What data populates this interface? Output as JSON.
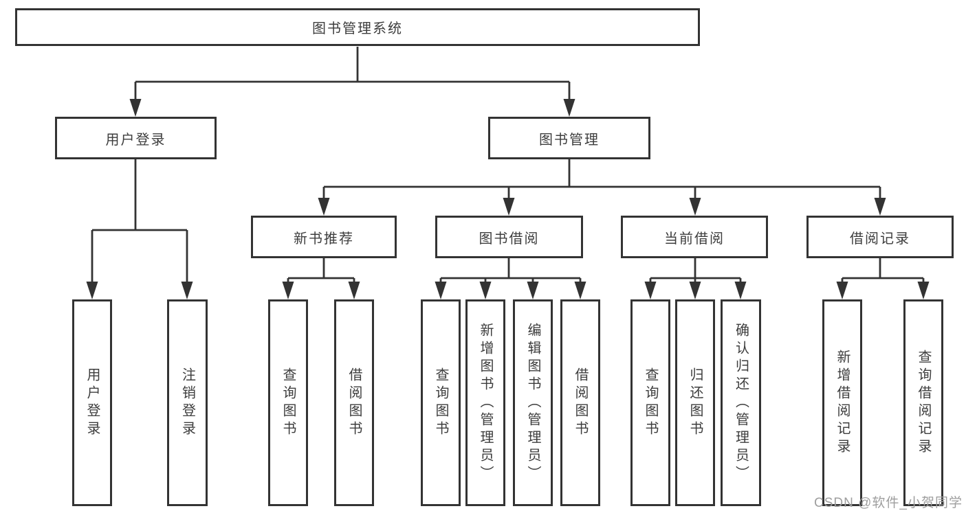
{
  "tree": {
    "label": "图书管理系统",
    "children": [
      {
        "label": "用户登录",
        "children": [
          {
            "label": "用户登录"
          },
          {
            "label": "注销登录"
          }
        ]
      },
      {
        "label": "图书管理",
        "children": [
          {
            "label": "新书推荐",
            "children": [
              {
                "label": "查询图书"
              },
              {
                "label": "借阅图书"
              }
            ]
          },
          {
            "label": "图书借阅",
            "children": [
              {
                "label": "查询图书"
              },
              {
                "label": "新增图书（管理员）"
              },
              {
                "label": "编辑图书（管理员）"
              },
              {
                "label": "借阅图书"
              }
            ]
          },
          {
            "label": "当前借阅",
            "children": [
              {
                "label": "查询图书"
              },
              {
                "label": "归还图书"
              },
              {
                "label": "确认归还（管理员）"
              }
            ]
          },
          {
            "label": "借阅记录",
            "children": [
              {
                "label": "新增借阅记录"
              },
              {
                "label": "查询借阅记录"
              }
            ]
          }
        ]
      }
    ]
  },
  "watermark": {
    "text": "CSDN @软件_小贺同学"
  },
  "colors": {
    "line": "#333333",
    "text": "#3d3d3d",
    "watermark": "#9e9e9e"
  }
}
